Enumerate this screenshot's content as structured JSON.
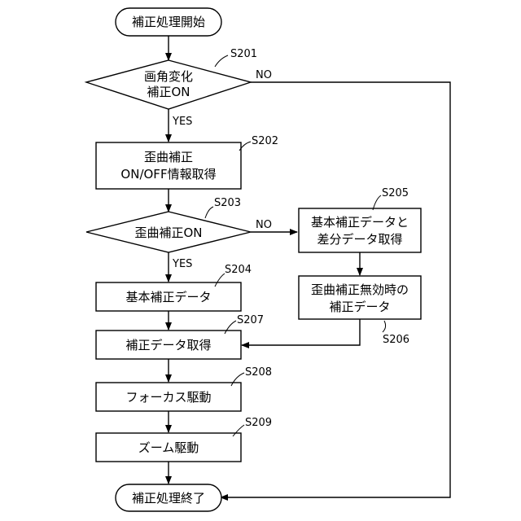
{
  "nodes": {
    "start": "補正処理開始",
    "s201_line1": "画角変化",
    "s201_line2": "補正ON",
    "s202_line1": "歪曲補正",
    "s202_line2": "ON/OFF情報取得",
    "s203": "歪曲補正ON",
    "s204": "基本補正データ",
    "s205_line1": "基本補正データと",
    "s205_line2": "差分データ取得",
    "s206_line1": "歪曲補正無効時の",
    "s206_line2": "補正データ",
    "s207": "補正データ取得",
    "s208": "フォーカス駆動",
    "s209": "ズーム駆動",
    "end": "補正処理終了"
  },
  "step_labels": {
    "s201": "S201",
    "s202": "S202",
    "s203": "S203",
    "s204": "S204",
    "s205": "S205",
    "s206": "S206",
    "s207": "S207",
    "s208": "S208",
    "s209": "S209"
  },
  "branch_labels": {
    "s201_yes": "YES",
    "s201_no": "NO",
    "s203_yes": "YES",
    "s203_no": "NO"
  }
}
